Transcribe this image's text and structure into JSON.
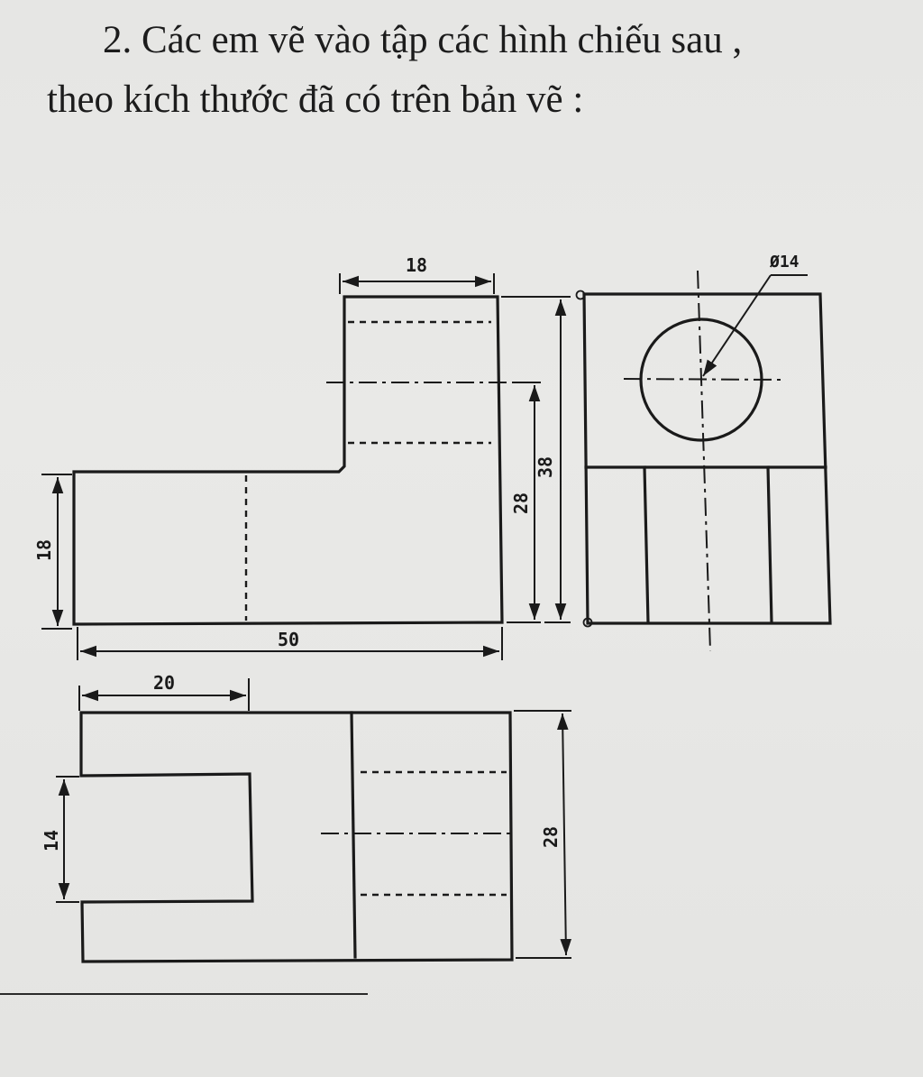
{
  "task": {
    "text": "2. Các em vẽ vào tập các hình chiếu sau , theo kích thước đã có trên bản vẽ :"
  },
  "dimensions": {
    "front_top_width": "18",
    "front_total_width": "50",
    "front_left_height": "18",
    "front_center_height": "28",
    "front_total_height": "38",
    "hole_diameter": "Ø14",
    "top_view_width": "20",
    "top_view_slot_height": "14",
    "top_view_depth": "28"
  }
}
